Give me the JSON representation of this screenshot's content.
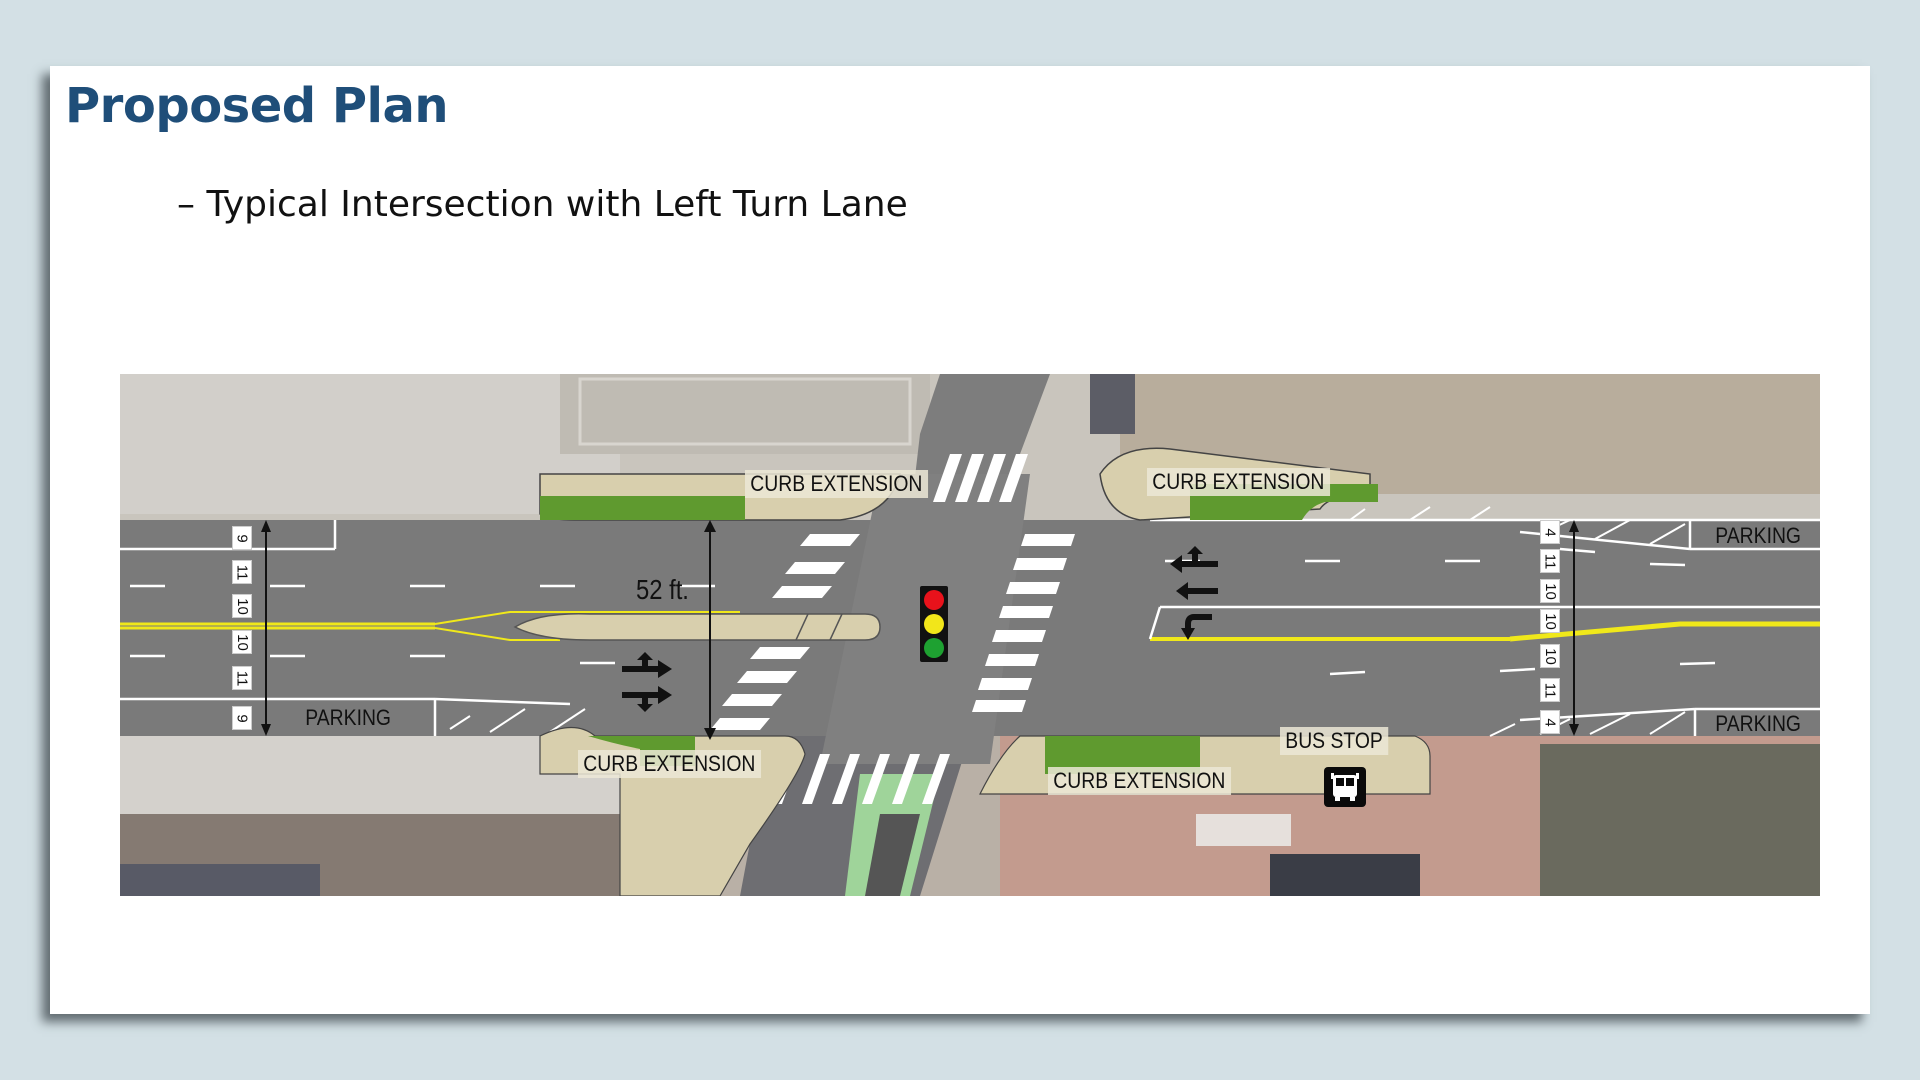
{
  "slide": {
    "title": "Proposed Plan",
    "subtitle": "– Typical Intersection with Left Turn Lane"
  },
  "diagram": {
    "labels": {
      "curb_extension_nw": "CURB EXTENSION",
      "curb_extension_ne": "CURB EXTENSION",
      "curb_extension_sw": "CURB EXTENSION",
      "curb_extension_se": "CURB EXTENSION",
      "bus_stop": "BUS STOP",
      "parking_left": "PARKING",
      "parking_right_top": "PARKING",
      "parking_right_bottom": "PARKING",
      "crossing_width": "52 ft."
    },
    "left_lane_widths_ft": [
      "9",
      "11",
      "10",
      "10",
      "11",
      "9"
    ],
    "right_lane_widths_ft": [
      "4",
      "11",
      "10",
      "10",
      "10",
      "11",
      "4"
    ],
    "signal": {
      "colors": [
        "#e8121b",
        "#f2e61a",
        "#1ea131"
      ]
    },
    "colors": {
      "road": "#7a7a7a",
      "curb_extension": "#d8cfad",
      "planting": "#5f9a2f",
      "center_line": "#f0e81a",
      "title": "#1f4e79"
    },
    "icons": [
      "traffic-signal-icon",
      "bus-stop-icon",
      "through-right-arrow-icon",
      "through-left-arrow-icon",
      "through-arrow-icon",
      "left-turn-arrow-icon"
    ]
  }
}
